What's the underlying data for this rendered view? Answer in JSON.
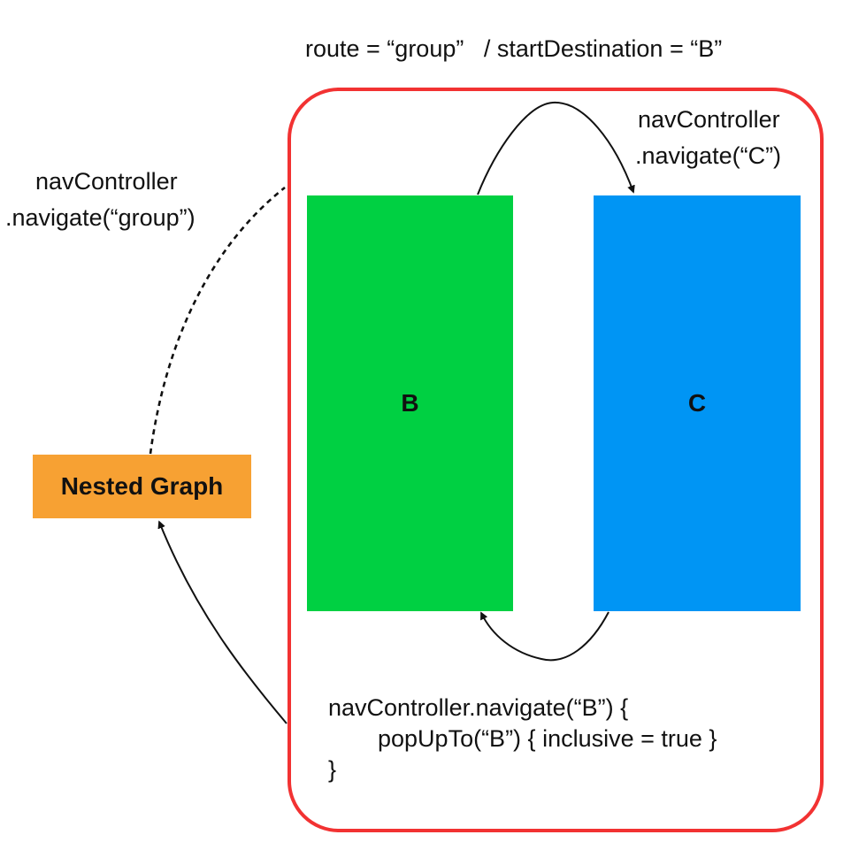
{
  "nested_graph": {
    "label": "Nested Graph",
    "color": "#f7a133"
  },
  "group": {
    "title": "route = “group”   / startDestination = “B”",
    "border_color": "#f23232"
  },
  "destinations": {
    "b": {
      "label": "B",
      "color": "#00d042"
    },
    "c": {
      "label": "C",
      "color": "#0095f4"
    }
  },
  "edges": {
    "to_group": {
      "line1": "navController",
      "line2": ".navigate(“group”)",
      "style": "dashed"
    },
    "b_to_c": {
      "line1": "navController",
      "line2": ".navigate(“C”)",
      "style": "solid"
    },
    "c_to_b": {
      "line1": "navController.navigate(“B”) {",
      "line2": "popUpTo(“B”) { inclusive = true }",
      "line3": "}",
      "style": "solid"
    }
  }
}
